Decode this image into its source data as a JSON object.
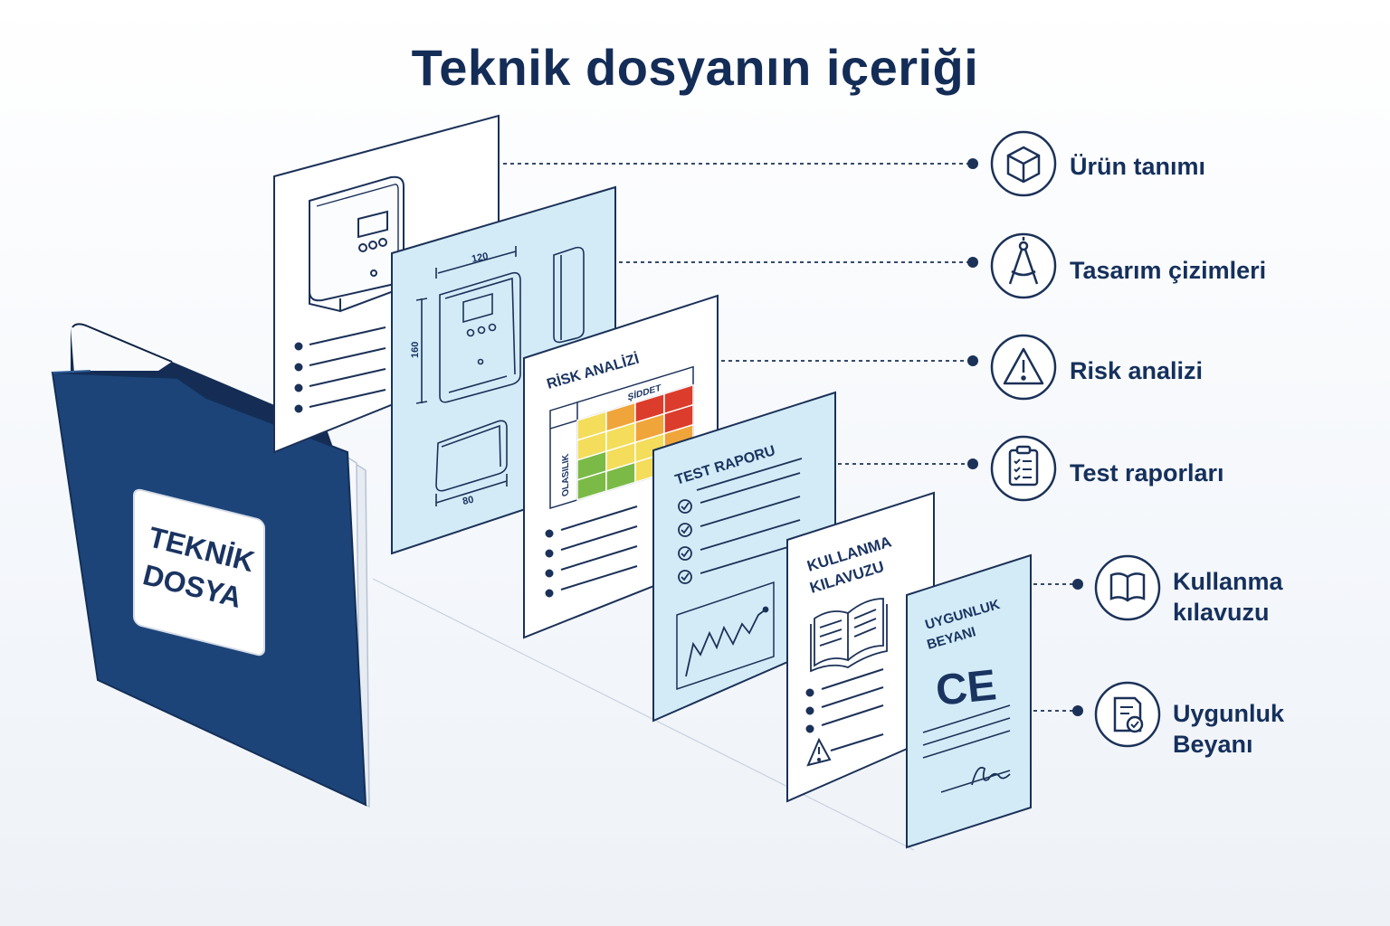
{
  "title": "Teknik dosyanın içeriği",
  "folder": {
    "label_line1": "TEKNİK",
    "label_line2": "DOSYA"
  },
  "documents": {
    "product": {},
    "drawings": {
      "dim_width": "120",
      "dim_height": "160",
      "dim_bottom": "80"
    },
    "risk": {
      "title": "RİSK ANALİZİ",
      "severity": "ŞİDDET",
      "probability": "OLASILIK"
    },
    "test": {
      "title": "TEST RAPORU"
    },
    "manual": {
      "title_line1": "KULLANMA",
      "title_line2": "KILAVUZU"
    },
    "declaration": {
      "title_line1": "UYGUNLUK",
      "title_line2": "BEYANI",
      "mark": "CE"
    }
  },
  "legend": [
    {
      "icon": "cube-icon",
      "label": "Ürün tanımı"
    },
    {
      "icon": "compass-icon",
      "label": "Tasarım çizimleri"
    },
    {
      "icon": "warning-icon",
      "label": "Risk analizi"
    },
    {
      "icon": "clipboard-checklist-icon",
      "label": "Test raporları"
    },
    {
      "icon": "open-book-icon",
      "label_line1": "Kullanma",
      "label_line2": "kılavuzu"
    },
    {
      "icon": "certificate-check-icon",
      "label_line1": "Uygunluk",
      "label_line2": "Beyanı"
    }
  ],
  "colors": {
    "navy": "#1b3e73",
    "navy_dark": "#152d54",
    "panel_blue": "#d3ebf7",
    "panel_white": "#ffffff",
    "heat_green": "#7cba47",
    "heat_yellow": "#f3dd5a",
    "heat_orange": "#f0a53a",
    "heat_red": "#dc3c2c"
  }
}
